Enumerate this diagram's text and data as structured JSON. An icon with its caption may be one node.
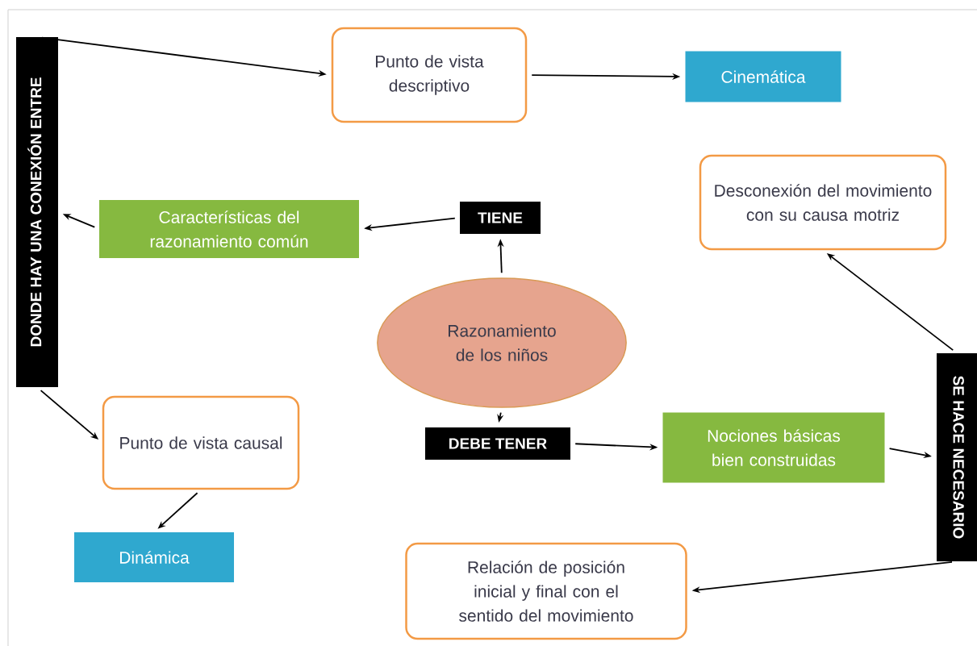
{
  "diagram": {
    "nodes": [
      {
        "text": [
          "Razonamiento de los niños"
        ]
      },
      {
        "text": [
          "TIENE"
        ]
      },
      {
        "text": [
          "Características del razonamiento común"
        ]
      },
      {
        "text": [
          "DONDE HAY UNA CONEXIÓN ENTRE"
        ]
      },
      {
        "text": [
          "Punto de vista descriptivo"
        ]
      },
      {
        "text": [
          "Cinemática"
        ]
      },
      {
        "text": [
          "Punto de vista causal"
        ]
      },
      {
        "text": [
          "Dinámica"
        ]
      },
      {
        "text": [
          "DEBE TENER"
        ]
      },
      {
        "text": [
          "Nociones básicas bien construidas"
        ]
      },
      {
        "text": [
          "SE HACE NECESARIO"
        ]
      },
      {
        "text": [
          "Desconexión del movimiento con su causa motriz"
        ]
      },
      {
        "text": [
          "Relación de posición inicial y final con el sentido del movimiento"
        ]
      }
    ],
    "edges": [
      {
        "from": 0,
        "to": 1,
        "arrow": "to"
      },
      {
        "from": 1,
        "to": 2,
        "arrow": "to"
      },
      {
        "from": 2,
        "to": 3,
        "arrow": "to"
      },
      {
        "from": 3,
        "to": 4,
        "arrow": "to"
      },
      {
        "from": 4,
        "to": 5,
        "arrow": "to"
      },
      {
        "from": 3,
        "to": 6,
        "arrow": "to"
      },
      {
        "from": 6,
        "to": 7,
        "arrow": "to"
      },
      {
        "from": 0,
        "to": 8,
        "arrow": "to"
      },
      {
        "from": 8,
        "to": 9,
        "arrow": "to"
      },
      {
        "from": 9,
        "to": 10,
        "arrow": "to"
      },
      {
        "from": 10,
        "to": 11,
        "arrow": "to"
      },
      {
        "from": 10,
        "to": 12,
        "arrow": "to"
      }
    ]
  }
}
